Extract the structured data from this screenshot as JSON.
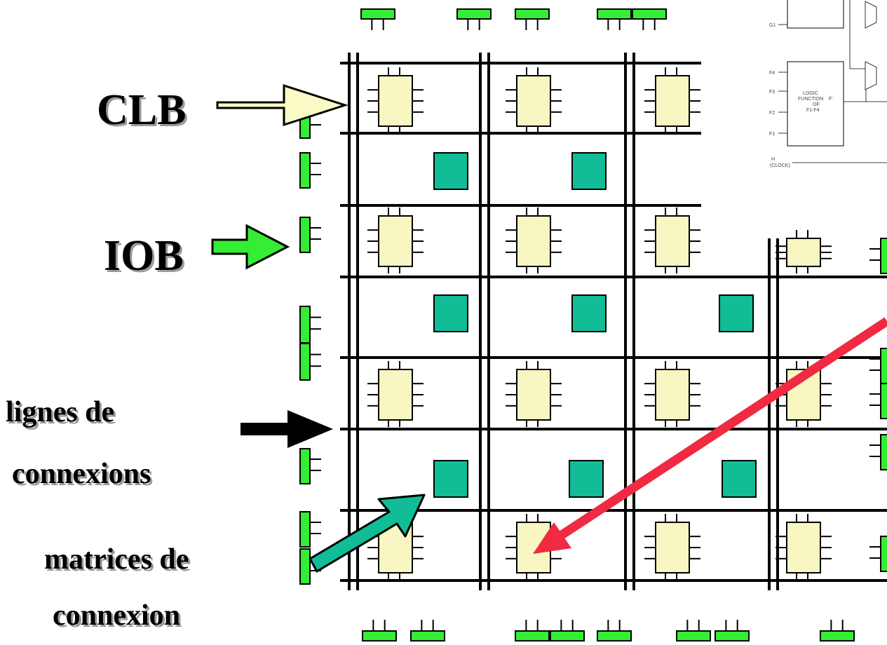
{
  "labels": {
    "clb": "CLB",
    "iob": "IOB",
    "lines_1": "lignes de",
    "lines_2": "connexions",
    "matrix_1": "matrices de",
    "matrix_2": "connexion"
  },
  "inset": {
    "logic_1": "LOGIC",
    "logic_2": "FUNCTION",
    "logic_3": "OF",
    "logic_4": "F1-F4",
    "f4": "F4",
    "f3": "F3",
    "f2": "F2",
    "f1": "F1",
    "g1": "G1",
    "h": "H",
    "clock": "(CLOCK)",
    "f_out": "F'"
  },
  "colors": {
    "clb_fill": "#f8f6c2",
    "clb_arrow": "#fafac6",
    "iob_green": "#33ee33",
    "matrix_teal": "#10bd96",
    "red_arrow": "#ef2a42",
    "line": "#000000"
  }
}
